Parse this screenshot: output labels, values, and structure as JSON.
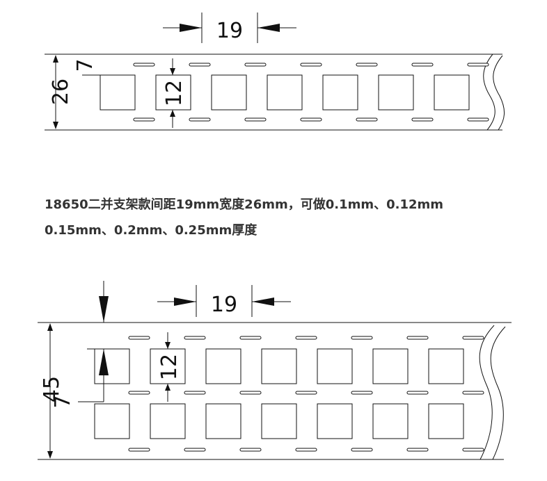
{
  "caption": {
    "line1": "18650二并支架款间距19mm宽度26mm，可做0.1mm、0.12mm",
    "line2": "0.15mm、0.2mm、0.25mm厚度"
  },
  "strip_top": {
    "pitch": "19",
    "width": "26",
    "hole": "12",
    "offset": "7"
  },
  "strip_bottom": {
    "pitch": "19",
    "width": "45",
    "hole": "12",
    "offset": "7"
  },
  "colors": {
    "line": "#111111",
    "caption": "#333333",
    "background": "#ffffff"
  }
}
